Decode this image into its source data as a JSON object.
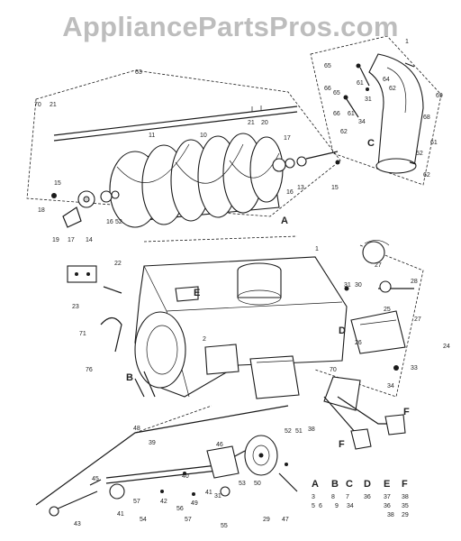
{
  "watermark": "AppliancePartsPros.com",
  "callouts": {
    "top_left_group": [
      "63",
      "70",
      "21",
      "11",
      "10",
      "21",
      "20",
      "17",
      "15",
      "16",
      "13",
      "15",
      "16",
      "52",
      "14",
      "17",
      "19",
      "18"
    ],
    "top_right_group": [
      "1",
      "65",
      "66",
      "61",
      "64",
      "31",
      "62",
      "69",
      "68",
      "65",
      "66",
      "61",
      "34",
      "62",
      "C",
      "61",
      "52",
      "62"
    ],
    "housing_group": [
      "A",
      "1",
      "22",
      "23",
      "E",
      "2",
      "71",
      "76",
      "B",
      "31",
      "30",
      "27",
      "28",
      "D",
      "25",
      "27",
      "26",
      "24",
      "33",
      "34",
      "70",
      "F",
      "F"
    ],
    "bottom_group": [
      "48",
      "39",
      "45",
      "46",
      "52",
      "51",
      "38",
      "40",
      "41",
      "42",
      "57",
      "49",
      "31",
      "41",
      "56",
      "54",
      "57",
      "53",
      "55",
      "50",
      "29",
      "47",
      "43"
    ],
    "legend_letters": [
      "A",
      "B",
      "C",
      "D",
      "E",
      "F"
    ],
    "legend_numbers": [
      "3",
      "5",
      "6",
      "8",
      "9",
      "7",
      "34",
      "36",
      "37",
      "36",
      "38",
      "35",
      "29",
      "38"
    ]
  }
}
